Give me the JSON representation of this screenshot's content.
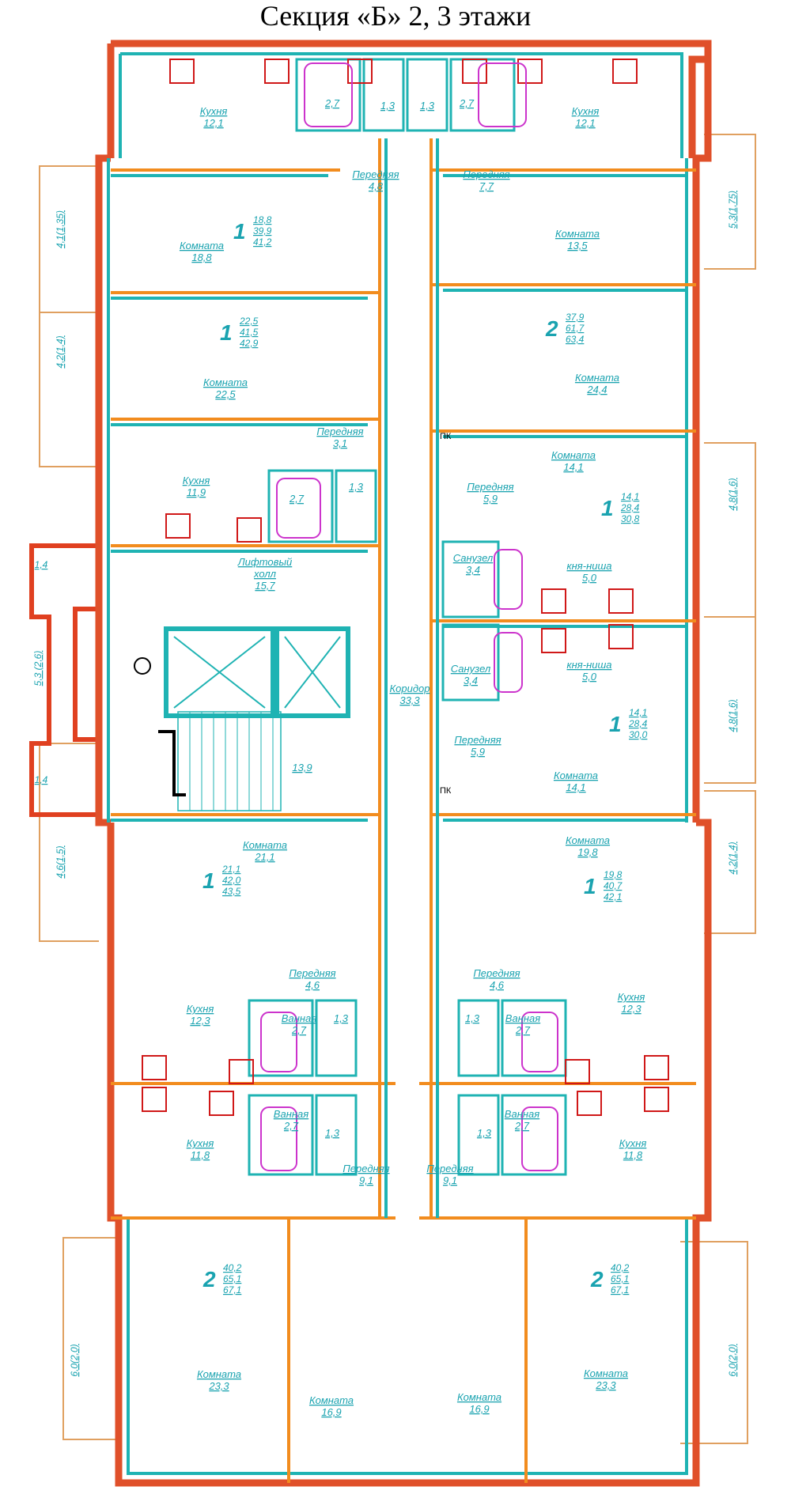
{
  "title": "Секция «Б» 2, 3 этажи",
  "rooms": [
    {
      "key": "kitchen-tl",
      "lines": [
        "Кухня",
        "12,1"
      ]
    },
    {
      "key": "bath-tl",
      "lines": [
        "2,7"
      ]
    },
    {
      "key": "wc-tl",
      "lines": [
        "1,3"
      ]
    },
    {
      "key": "wc-tr",
      "lines": [
        "1,3"
      ]
    },
    {
      "key": "bath-tr",
      "lines": [
        "2,7"
      ]
    },
    {
      "key": "kitchen-tr",
      "lines": [
        "Кухня",
        "12,1"
      ]
    },
    {
      "key": "hall-a",
      "lines": [
        "Передняя",
        "4,8"
      ]
    },
    {
      "key": "hall-b",
      "lines": [
        "Передняя",
        "7,7"
      ]
    },
    {
      "key": "room-a",
      "lines": [
        "Комната",
        "18,8"
      ]
    },
    {
      "key": "room-b",
      "lines": [
        "Комната",
        "13,5"
      ]
    },
    {
      "key": "room-c",
      "lines": [
        "Комната",
        "22,5"
      ]
    },
    {
      "key": "room-d",
      "lines": [
        "Комната",
        "24,4"
      ]
    },
    {
      "key": "hall-c",
      "lines": [
        "Передняя",
        "3,1"
      ]
    },
    {
      "key": "kitchen-c",
      "lines": [
        "Кухня",
        "11,9"
      ]
    },
    {
      "key": "bath-c",
      "lines": [
        "2,7"
      ]
    },
    {
      "key": "wc-c",
      "lines": [
        "1,3"
      ]
    },
    {
      "key": "room-e",
      "lines": [
        "Комната",
        "14,1"
      ]
    },
    {
      "key": "hall-e",
      "lines": [
        "Передняя",
        "5,9"
      ]
    },
    {
      "key": "lift-hall",
      "lines": [
        "Лифтовый",
        "холл",
        "15,7"
      ]
    },
    {
      "key": "san-e",
      "lines": [
        "Санузел",
        "3,4"
      ]
    },
    {
      "key": "niche-e",
      "lines": [
        "кня-ниша",
        "5,0"
      ]
    },
    {
      "key": "corridor",
      "lines": [
        "Коридор",
        "33,3"
      ],
      "vertical": true
    },
    {
      "key": "niche-f",
      "lines": [
        "кня-ниша",
        "5,0"
      ]
    },
    {
      "key": "san-f",
      "lines": [
        "Санузел",
        "3,4"
      ]
    },
    {
      "key": "hall-f",
      "lines": [
        "Передняя",
        "5,9"
      ]
    },
    {
      "key": "stair",
      "lines": [
        "13,9"
      ]
    },
    {
      "key": "room-f",
      "lines": [
        "Комната",
        "14,1"
      ]
    },
    {
      "key": "room-g",
      "lines": [
        "Комната",
        "21,1"
      ]
    },
    {
      "key": "room-h",
      "lines": [
        "Комната",
        "19,8"
      ]
    },
    {
      "key": "hall-g",
      "lines": [
        "Передняя",
        "4,6"
      ]
    },
    {
      "key": "hall-h",
      "lines": [
        "Передняя",
        "4,6"
      ]
    },
    {
      "key": "kitchen-g",
      "lines": [
        "Кухня",
        "12,3"
      ]
    },
    {
      "key": "bath-g",
      "lines": [
        "Ванная",
        "2,7"
      ]
    },
    {
      "key": "wc-g",
      "lines": [
        "1,3"
      ]
    },
    {
      "key": "wc-h",
      "lines": [
        "1,3"
      ]
    },
    {
      "key": "bath-h",
      "lines": [
        "Ванная",
        "2,7"
      ]
    },
    {
      "key": "kitchen-h",
      "lines": [
        "Кухня",
        "12,3"
      ]
    },
    {
      "key": "kitchen-i",
      "lines": [
        "Кухня",
        "11,8"
      ]
    },
    {
      "key": "bath-i",
      "lines": [
        "Ванная",
        "2,7"
      ]
    },
    {
      "key": "wc-i",
      "lines": [
        "1,3"
      ]
    },
    {
      "key": "hall-i",
      "lines": [
        "Передняя",
        "9,1"
      ]
    },
    {
      "key": "hall-j",
      "lines": [
        "Передняя",
        "9,1"
      ]
    },
    {
      "key": "wc-j",
      "lines": [
        "1,3"
      ]
    },
    {
      "key": "bath-j",
      "lines": [
        "Ванная",
        "2,7"
      ]
    },
    {
      "key": "kitchen-j",
      "lines": [
        "Кухня",
        "11,8"
      ]
    },
    {
      "key": "room-i",
      "lines": [
        "Комната",
        "23,3"
      ]
    },
    {
      "key": "room-j",
      "lines": [
        "Комната",
        "16,9"
      ]
    },
    {
      "key": "room-k",
      "lines": [
        "Комната",
        "16,9"
      ]
    },
    {
      "key": "room-l",
      "lines": [
        "Комната",
        "23,3"
      ]
    }
  ],
  "apartments": [
    {
      "key": "apt-a",
      "rooms": "1",
      "areas": [
        "18,8",
        "39,9",
        "41,2"
      ]
    },
    {
      "key": "apt-b",
      "rooms": "1",
      "areas": [
        "22,5",
        "41,5",
        "42,9"
      ]
    },
    {
      "key": "apt-c",
      "rooms": "2",
      "areas": [
        "37,9",
        "61,7",
        "63,4"
      ]
    },
    {
      "key": "apt-d",
      "rooms": "1",
      "areas": [
        "14,1",
        "28,4",
        "30,8"
      ]
    },
    {
      "key": "apt-e",
      "rooms": "1",
      "areas": [
        "14,1",
        "28,4",
        "30,0"
      ]
    },
    {
      "key": "apt-f",
      "rooms": "1",
      "areas": [
        "21,1",
        "42,0",
        "43,5"
      ]
    },
    {
      "key": "apt-g",
      "rooms": "1",
      "areas": [
        "19,8",
        "40,7",
        "42,1"
      ]
    },
    {
      "key": "apt-h",
      "rooms": "2",
      "areas": [
        "40,2",
        "65,1",
        "67,1"
      ]
    },
    {
      "key": "apt-i",
      "rooms": "2",
      "areas": [
        "40,2",
        "65,1",
        "67,1"
      ]
    }
  ],
  "balconies": [
    {
      "key": "balc-l1",
      "label": "4,1(1,35)"
    },
    {
      "key": "balc-l2",
      "label": "4,2(1,4)"
    },
    {
      "key": "balc-l3a",
      "label": "1,4"
    },
    {
      "key": "balc-l3",
      "label": "5,3 (2,6)"
    },
    {
      "key": "balc-l3b",
      "label": "1,4"
    },
    {
      "key": "balc-l4",
      "label": "4,6(1,5)"
    },
    {
      "key": "balc-l5",
      "label": "6,0(2,0)"
    },
    {
      "key": "balc-r1",
      "label": "5,3(1,75)"
    },
    {
      "key": "balc-r2",
      "label": "4,8(1,6)"
    },
    {
      "key": "balc-r3",
      "label": "4,8(1,6)"
    },
    {
      "key": "balc-r4",
      "label": "4,2(1,4)"
    },
    {
      "key": "balc-r5",
      "label": "6,0(2,0)"
    }
  ],
  "markers": [
    {
      "key": "pk-upper",
      "label": "ПК"
    },
    {
      "key": "pk-lower",
      "label": "ПК"
    }
  ],
  "colors": {
    "wall": "#e0502a",
    "inner": "#f28c1e",
    "glass": "#1fb3b3",
    "text": "#1aa3b0",
    "fixture": "#d01818",
    "door": "#cc33cc",
    "balcony": "#e0a060"
  }
}
